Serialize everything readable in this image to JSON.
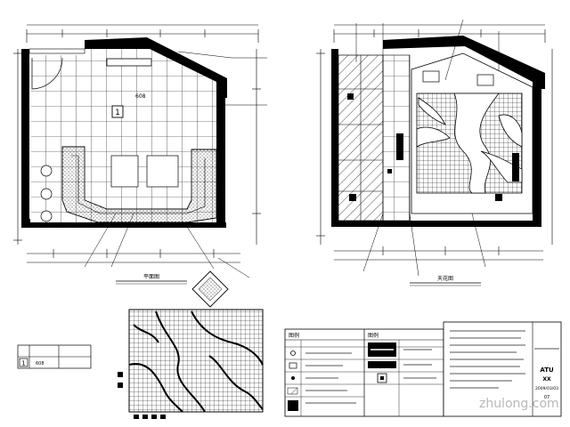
{
  "plan_left": {
    "room_number": "1",
    "room_label": "608",
    "plan_caption": "平面图"
  },
  "plan_right": {
    "plan_caption": "天花图"
  },
  "key_table": {
    "row_number": "1",
    "row_value": "608"
  },
  "legend": {
    "header_left": "图例",
    "header_right": "图例"
  },
  "title_block": {
    "drawing_code": "ATU",
    "scale_label": "XX",
    "date_label": "2009/03/03",
    "sheet_label": "07"
  },
  "watermark": {
    "site": "zhulong.com"
  },
  "colors": {
    "line": "#000000",
    "watermark": "#b8b8b8"
  }
}
